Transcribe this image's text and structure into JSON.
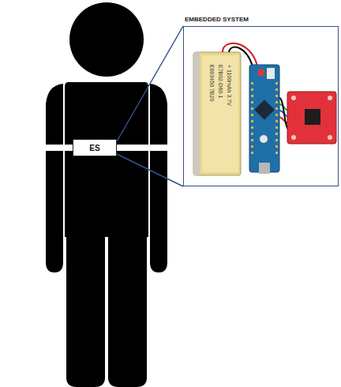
{
  "diagram": {
    "nodes": [
      {
        "text": [
          "ES"
        ]
      },
      {
        "text": [
          "EMBEDDED SYSTEM"
        ]
      }
    ],
    "edges": [
      {
        "from": 0,
        "to": 1,
        "arrow": "none"
      },
      {
        "from": 0,
        "to": 1,
        "arrow": "none"
      }
    ],
    "labels": [
      "E603450 7B20",
      "E7B02-D60-1",
      "+ 1100mAh 3.7V"
    ]
  }
}
